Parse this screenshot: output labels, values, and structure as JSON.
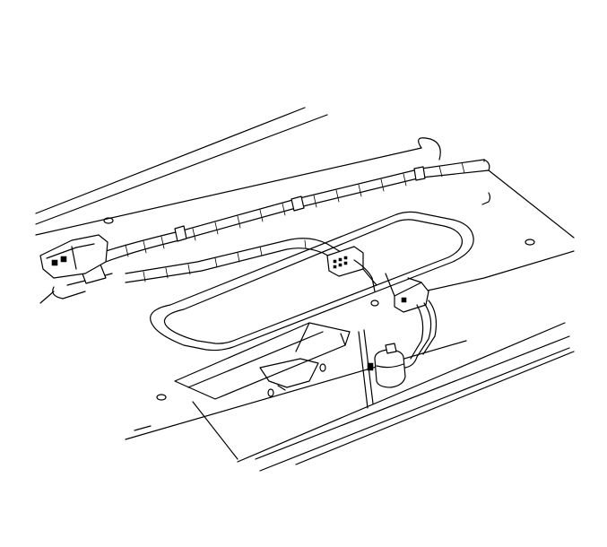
{
  "diagram": {
    "type": "line-art technical illustration",
    "colors": {
      "line": "#000000",
      "background": "#ffffff"
    },
    "components": [
      "roof-panel",
      "wiring-harness",
      "harness-connector",
      "console-opening",
      "bracket",
      "actuator-motor"
    ]
  }
}
